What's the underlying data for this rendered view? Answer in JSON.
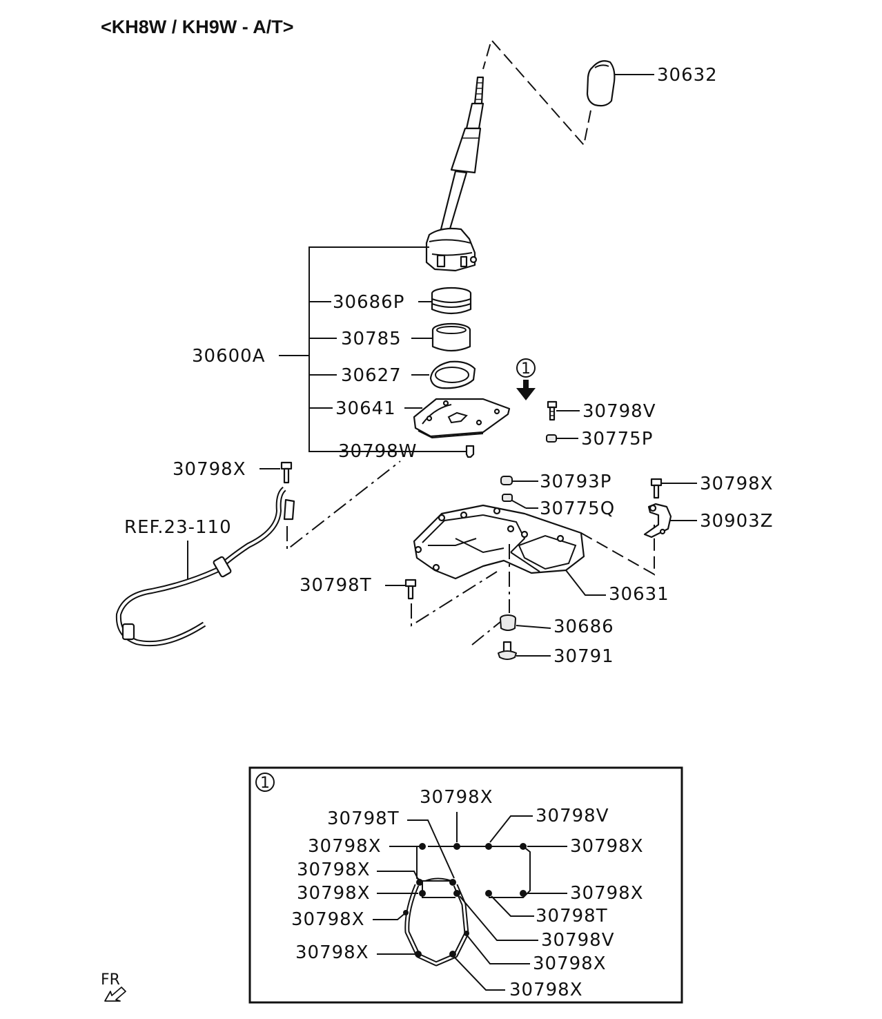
{
  "title": "<KH8W / KH9W - A/T>",
  "direction_marker": "FR",
  "callout_number": "1",
  "labels": {
    "p30632": "30632",
    "p30686P": "30686P",
    "p30785": "30785",
    "p30600A": "30600A",
    "p30627": "30627",
    "p30641": "30641",
    "p30798W": "30798W",
    "p30798V": "30798V",
    "p30775P": "30775P",
    "p30798X_cable": "30798X",
    "ref_cable": "REF.23-110",
    "p30793P": "30793P",
    "p30798X_bracket": "30798X",
    "p30775Q": "30775Q",
    "p30903Z": "30903Z",
    "p30798T": "30798T",
    "p30631": "30631",
    "p30686": "30686",
    "p30791": "30791"
  },
  "detail": {
    "top": "30798X",
    "t_top": "30798T",
    "v_top": "30798V",
    "x_left1": "30798X",
    "x_right1": "30798X",
    "x_left2": "30798X",
    "x_left3": "30798X",
    "x_right2": "30798X",
    "x_left4": "30798X",
    "t_right": "30798T",
    "v_right": "30798V",
    "x_left5": "30798X",
    "x_right3": "30798X",
    "x_bottom": "30798X"
  }
}
